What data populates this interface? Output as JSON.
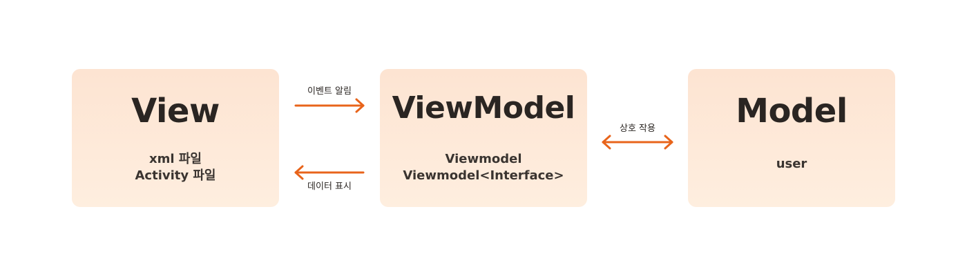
{
  "colors": {
    "box_fill_top": "#fde4d2",
    "box_fill_bottom": "#feeedf",
    "arrow": "#e8641b",
    "text": "#2a2522"
  },
  "boxes": {
    "view": {
      "title": "View",
      "lines": [
        "xml 파일",
        "Activity 파일"
      ]
    },
    "viewmodel": {
      "title": "ViewModel",
      "lines": [
        "Viewmodel",
        "Viewmodel<Interface>"
      ]
    },
    "model": {
      "title": "Model",
      "lines": [
        "user"
      ]
    }
  },
  "edges": {
    "event_notify": {
      "label": "이벤트 알림",
      "direction": "right"
    },
    "data_display": {
      "label": "데이터 표시",
      "direction": "left"
    },
    "interaction": {
      "label": "상호 작용",
      "direction": "both"
    }
  }
}
